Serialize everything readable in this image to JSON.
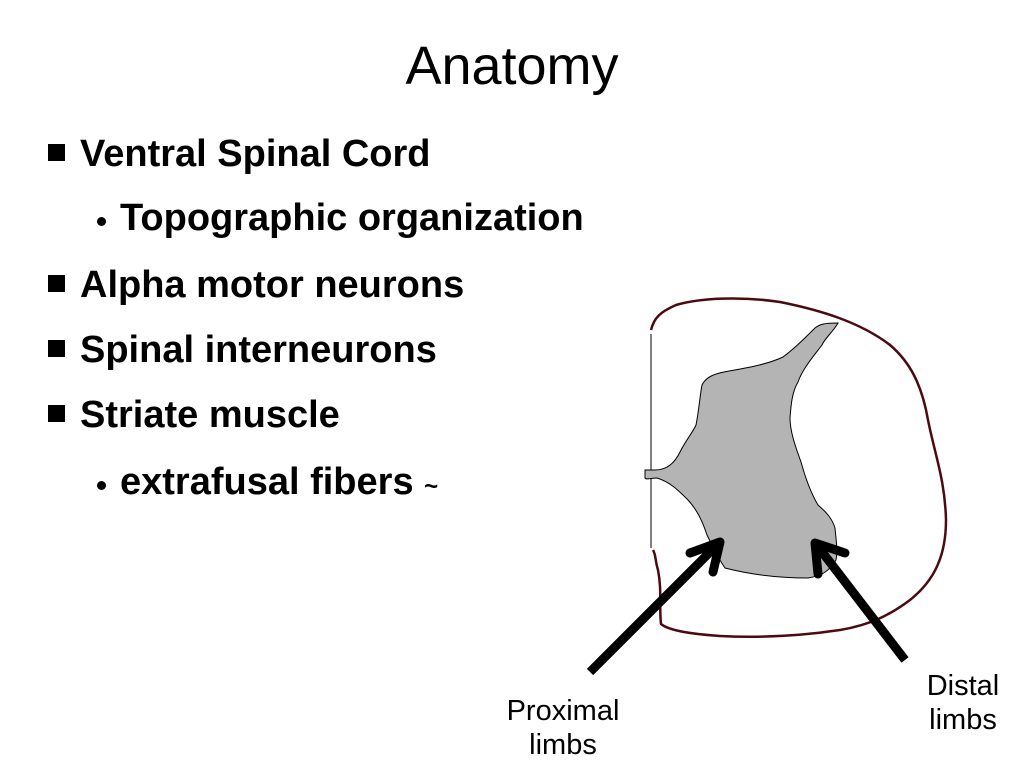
{
  "slide": {
    "title": "Anatomy",
    "bullets": [
      {
        "level": 1,
        "text": "Ventral Spinal Cord"
      },
      {
        "level": 2,
        "text": "Topographic organization"
      },
      {
        "level": 1,
        "text": "Alpha motor neurons"
      },
      {
        "level": 1,
        "text": "Spinal interneurons"
      },
      {
        "level": 1,
        "text": "Striate muscle"
      },
      {
        "level": 2,
        "text": "extrafusal fibers",
        "suffix": "~"
      }
    ]
  },
  "diagram": {
    "labels": {
      "proximal_line1": "Proximal",
      "proximal_line2": "limbs",
      "distal_line1": "Distal",
      "distal_line2": "limbs"
    },
    "colors": {
      "outline": "#4a0a10",
      "gray_matter": "#b4b4b4",
      "arrow": "#000000"
    }
  }
}
